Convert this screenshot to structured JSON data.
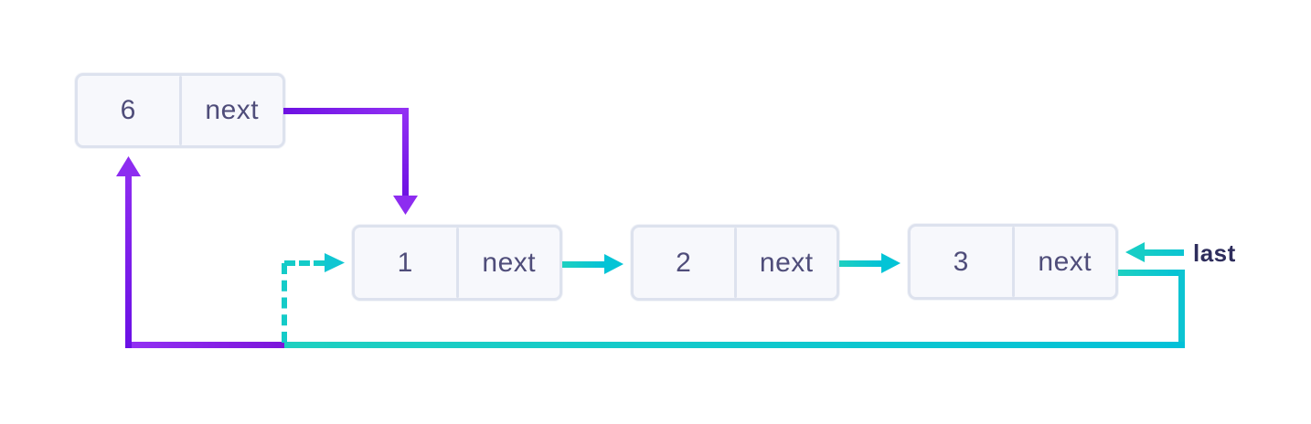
{
  "diagram_type": "circular-linked-list",
  "nodes": [
    {
      "id": "node-6",
      "value": "6",
      "pointer_label": "next"
    },
    {
      "id": "node-1",
      "value": "1",
      "pointer_label": "next"
    },
    {
      "id": "node-2",
      "value": "2",
      "pointer_label": "next"
    },
    {
      "id": "node-3",
      "value": "3",
      "pointer_label": "next"
    }
  ],
  "labels": {
    "last": "last"
  },
  "pointers": [
    {
      "from": "node-6",
      "to": "node-1",
      "style": "solid",
      "color": "purple"
    },
    {
      "from": "node-1",
      "to": "node-2",
      "style": "solid",
      "color": "teal"
    },
    {
      "from": "node-2",
      "to": "node-3",
      "style": "solid",
      "color": "teal"
    },
    {
      "from": "node-3",
      "to": "node-6",
      "style": "solid",
      "color": "teal-then-purple"
    },
    {
      "from": "bottom-loop",
      "to": "node-1",
      "style": "dashed",
      "color": "teal"
    },
    {
      "from": "last-label",
      "to": "node-3",
      "style": "solid",
      "color": "teal"
    }
  ],
  "colors": {
    "purple": "#7e1de6",
    "teal": "#12c9cd",
    "node_fill": "#f7f8fc",
    "node_border": "#dde2ee",
    "node_text": "#4f4d7a",
    "last_text": "#2e2d5c",
    "background": "#ffffff"
  }
}
